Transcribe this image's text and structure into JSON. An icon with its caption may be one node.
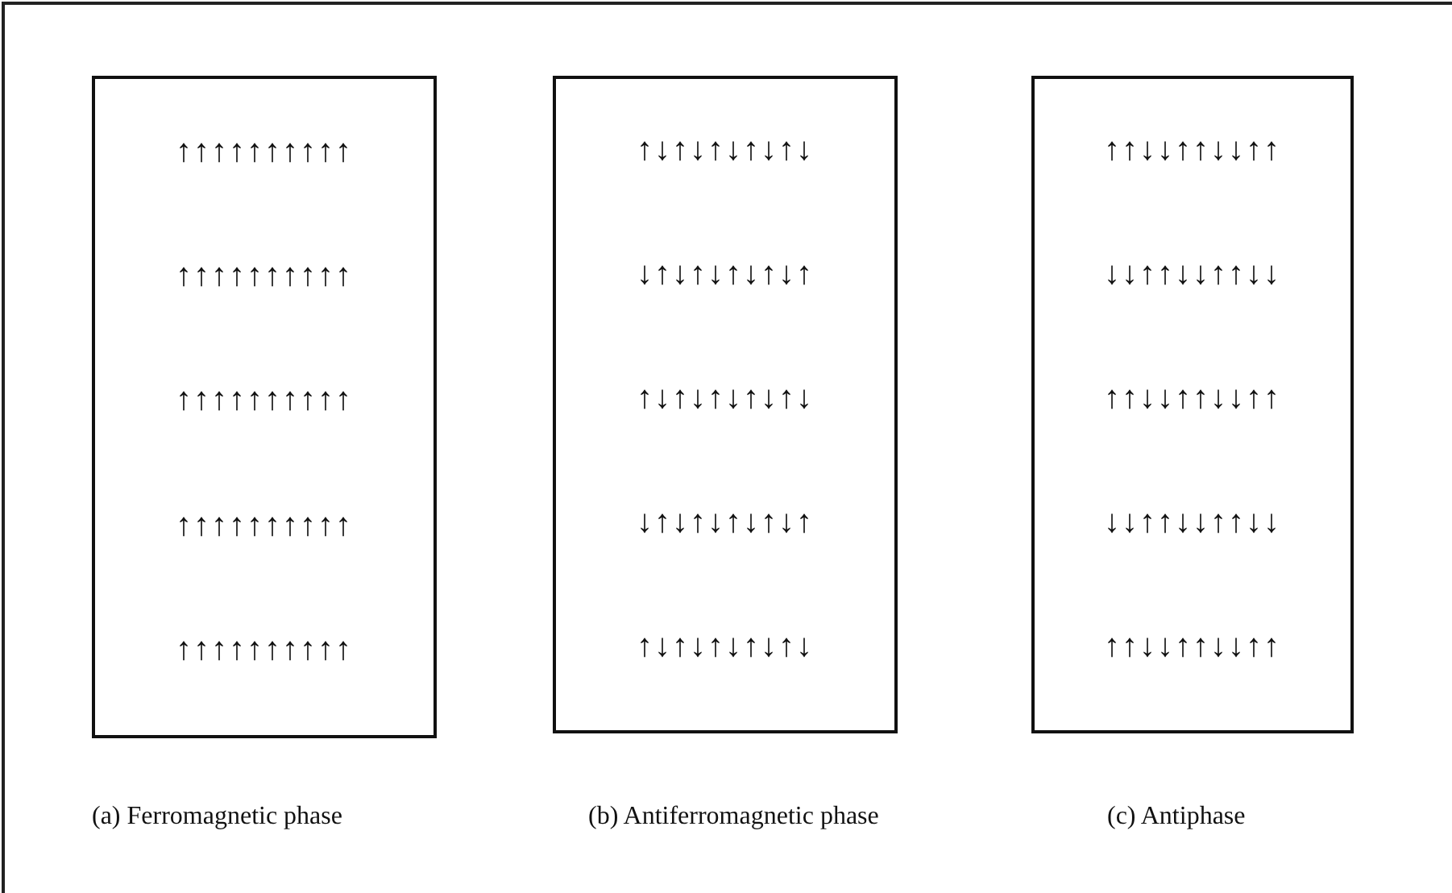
{
  "diagram": {
    "nodes": [
      {
        "text": [
          "↑↑↑↑↑↑↑↑↑↑",
          "↑↑↑↑↑↑↑↑↑↑",
          "↑↑↑↑↑↑↑↑↑↑",
          "↑↑↑↑↑↑↑↑↑↑",
          "↑↑↑↑↑↑↑↑↑↑"
        ],
        "beside": [
          "(a) Ferromagnetic phase"
        ]
      },
      {
        "text": [
          "↑↓↑↓↑↓↑↓↑↓",
          "↓↑↓↑↓↑↓↑↓↑",
          "↑↓↑↓↑↓↑↓↑↓",
          "↓↑↓↑↓↑↓↑↓↑",
          "↑↓↑↓↑↓↑↓↑↓"
        ],
        "beside": [
          "(b) Antiferromagnetic phase"
        ]
      },
      {
        "text": [
          "↑↑↓↓↑↑↓↓↑↑",
          "↓↓↑↑↓↓↑↑↓↓",
          "↑↑↓↓↑↑↓↓↑↑",
          "↓↓↑↑↓↓↑↑↓↓",
          "↑↑↓↓↑↑↓↓↑↑"
        ],
        "beside": [
          "(c) Antiphase"
        ]
      }
    ]
  }
}
